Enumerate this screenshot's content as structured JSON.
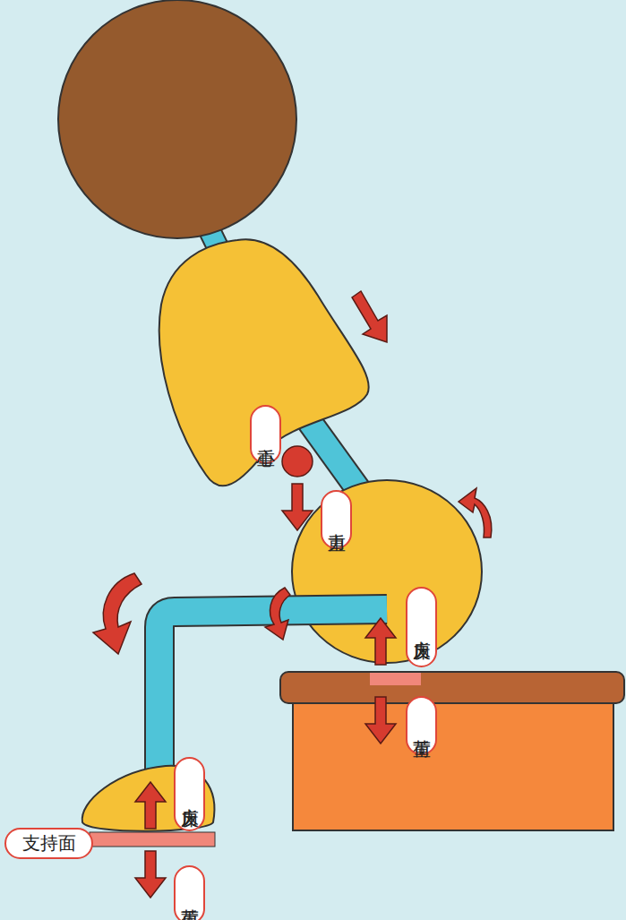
{
  "diagram": {
    "nodes": [
      {
        "text": [
          "重心"
        ]
      },
      {
        "text": [
          "重力"
        ]
      },
      {
        "text": [
          "床反力"
        ]
      },
      {
        "text": [
          "荷重"
        ]
      },
      {
        "text": [
          "床反力"
        ]
      },
      {
        "text": [
          "支持面"
        ]
      },
      {
        "text": [
          "荷重"
        ]
      }
    ]
  }
}
